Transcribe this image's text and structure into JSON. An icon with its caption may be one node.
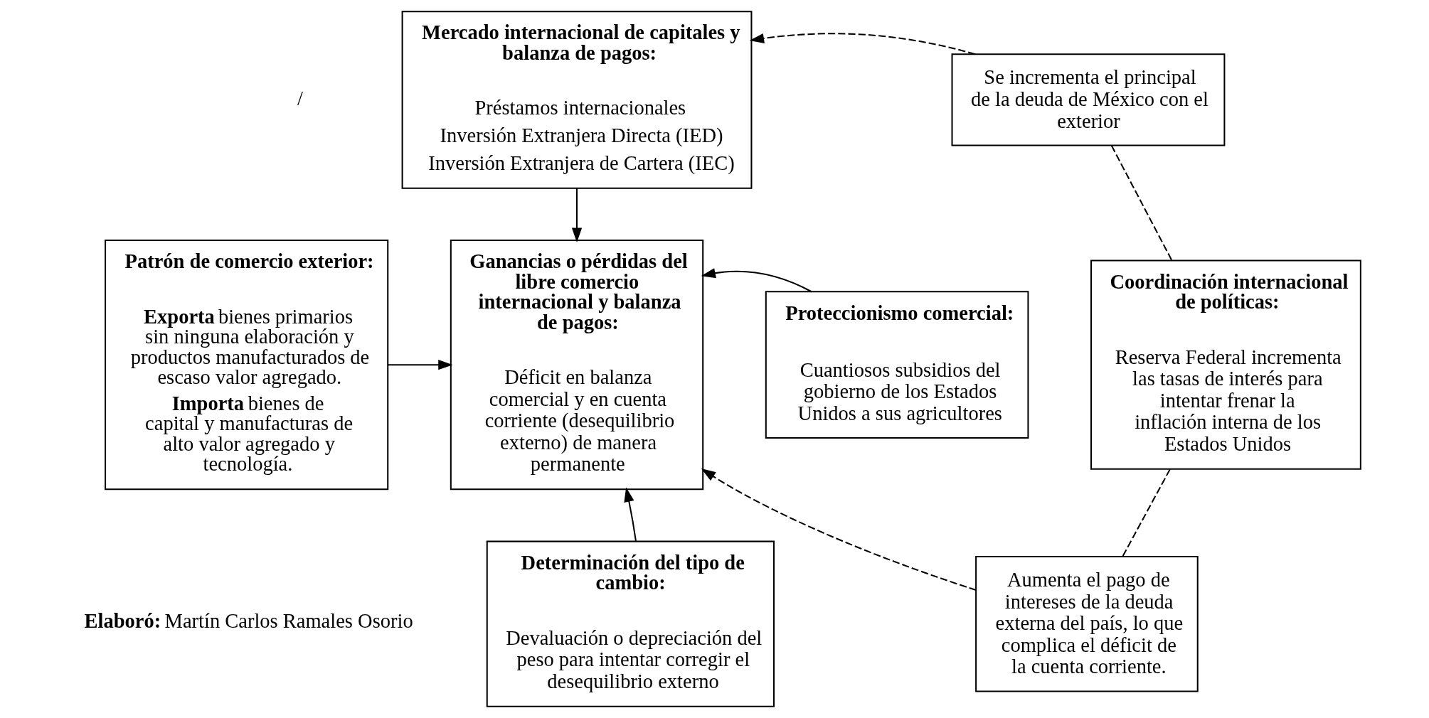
{
  "diagram": {
    "nodes": [
      {
        "text": [
          "Mercado internacional de capitales y balanza de pagos:",
          "Préstamos internacionales",
          "Inversión Extranjera Directa (IED)",
          "Inversión Extranjera de Cartera (IEC)"
        ]
      },
      {
        "text": [
          "Se incrementa el principal de la deuda de México con el exterior"
        ]
      },
      {
        "text": [
          "Patrón de comercio exterior:",
          "**Exporta** bienes primarios sin ninguna elaboración y productos manufacturados de escaso valor agregado.",
          "**Importa** bienes de capital y manufacturas de alto valor agregado y tecnología."
        ]
      },
      {
        "text": [
          "Ganancias o pérdidas del libre comercio internacional y balanza de pagos:",
          "Déficit en balanza comercial y en cuenta corriente (desequilibrio externo) de manera permanente"
        ]
      },
      {
        "text": [
          "Proteccionismo comercial:",
          "Cuantiosos subsidios del gobierno de los Estados Unidos a sus agricultores"
        ]
      },
      {
        "text": [
          "Coordinación internacional de políticas:",
          "Reserva Federal incrementa las tasas de interés para intentar frenar la inflación interna de los Estados Unidos"
        ]
      },
      {
        "text": [
          "Determinación del tipo de cambio:",
          "Devaluación o depreciación del peso para intentar corregir el desequilibrio externo"
        ]
      },
      {
        "text": [
          "Aumenta el pago de intereses de la deuda externa del país, lo que complica el déficit de la cuenta corriente."
        ]
      }
    ],
    "edges": [
      {
        "from": 0,
        "to": 3,
        "arrow": "to"
      },
      {
        "from": 1,
        "to": 0,
        "arrow": "to",
        "style": "dashed"
      },
      {
        "from": 2,
        "to": 3,
        "arrow": "to"
      },
      {
        "from": 4,
        "to": 3,
        "arrow": "to"
      },
      {
        "from": 6,
        "to": 3,
        "arrow": "to"
      },
      {
        "from": 7,
        "to": 3,
        "arrow": "to",
        "style": "dashed"
      },
      {
        "from": 1,
        "to": 5,
        "arrow": "none",
        "style": "dashed"
      },
      {
        "from": 5,
        "to": 7,
        "arrow": "none",
        "style": "dashed"
      }
    ],
    "labels": [
      "/",
      "**Elaboró:** Martín Carlos Ramales Osorio"
    ]
  }
}
